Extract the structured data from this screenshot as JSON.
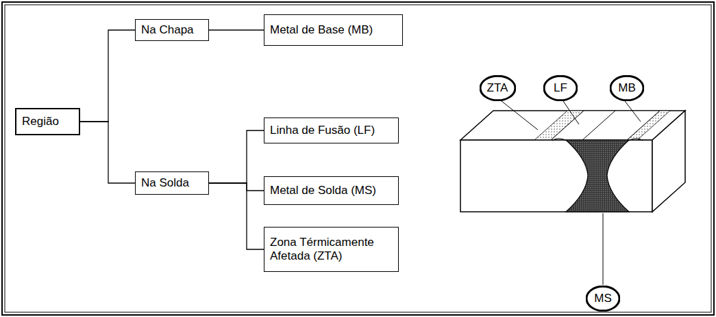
{
  "diagram": {
    "nodes": [
      {
        "text": [
          "Região"
        ]
      },
      {
        "text": [
          "Na Chapa"
        ]
      },
      {
        "text": [
          "Metal de Base (MB)"
        ]
      },
      {
        "text": [
          "Na Solda"
        ]
      },
      {
        "text": [
          "Linha de Fusão (LF)"
        ]
      },
      {
        "text": [
          "Metal de Solda (MS)"
        ]
      },
      {
        "text": [
          "Zona Térmicamente Afetada (ZTA)"
        ]
      },
      {
        "text": [
          "ZTA"
        ]
      },
      {
        "text": [
          "LF"
        ]
      },
      {
        "text": [
          "MB"
        ]
      },
      {
        "text": [
          "MS"
        ]
      }
    ],
    "edges": [
      {
        "from": 0,
        "to": 1,
        "arrow": "none"
      },
      {
        "from": 0,
        "to": 3,
        "arrow": "none"
      },
      {
        "from": 1,
        "to": 2,
        "arrow": "none"
      },
      {
        "from": 3,
        "to": 4,
        "arrow": "none"
      },
      {
        "from": 3,
        "to": 5,
        "arrow": "none"
      },
      {
        "from": 3,
        "to": 6,
        "arrow": "none"
      }
    ]
  }
}
